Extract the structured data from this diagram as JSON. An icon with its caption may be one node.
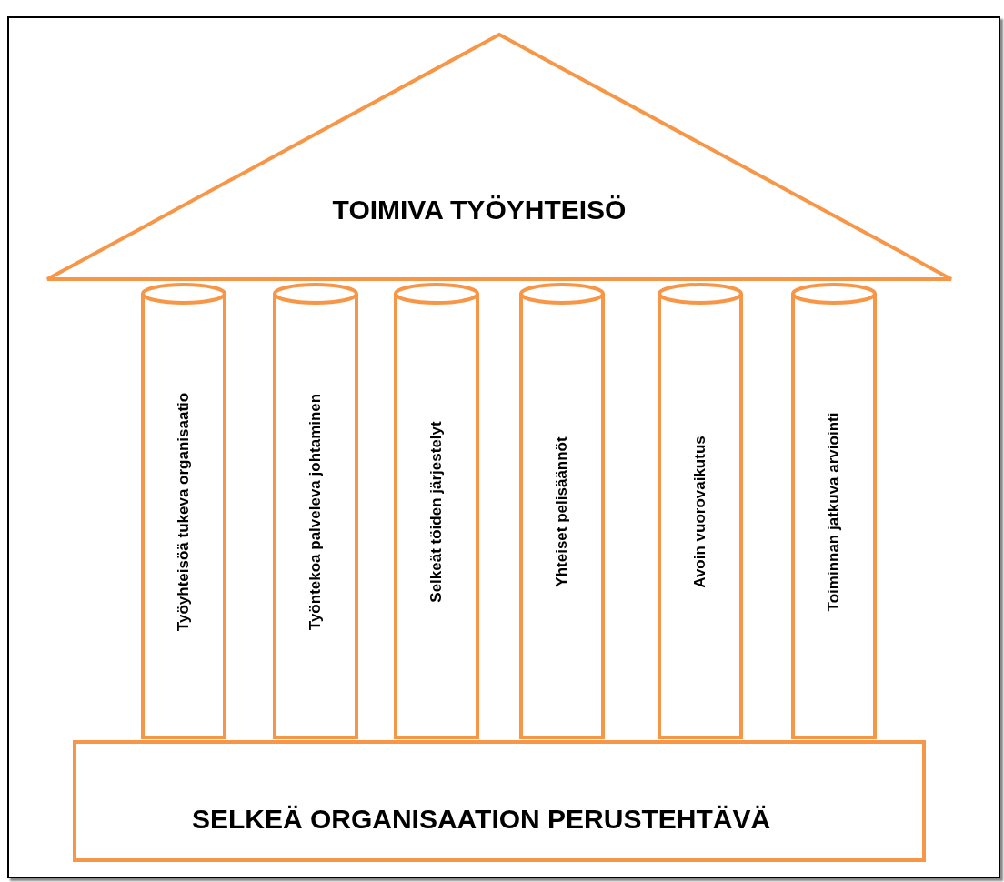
{
  "diagram": {
    "nodes": [
      {
        "text": [
          "TOIMIVA TYÖYHTEISÖ"
        ]
      },
      {
        "text": [
          "Työyhteisöä tukeva organisaatio"
        ]
      },
      {
        "text": [
          "Työntekoa palveleva johtaminen"
        ]
      },
      {
        "text": [
          "Selkeät töiden järjestelyt"
        ]
      },
      {
        "text": [
          "Yhteiset pelisäännöt"
        ]
      },
      {
        "text": [
          "Avoin vuorovaikutus"
        ]
      },
      {
        "text": [
          "Toiminnan jatkuva arviointi"
        ]
      },
      {
        "text": [
          "SELKEÄ ORGANISAATION PERUSTEHTÄVÄ"
        ]
      }
    ]
  }
}
